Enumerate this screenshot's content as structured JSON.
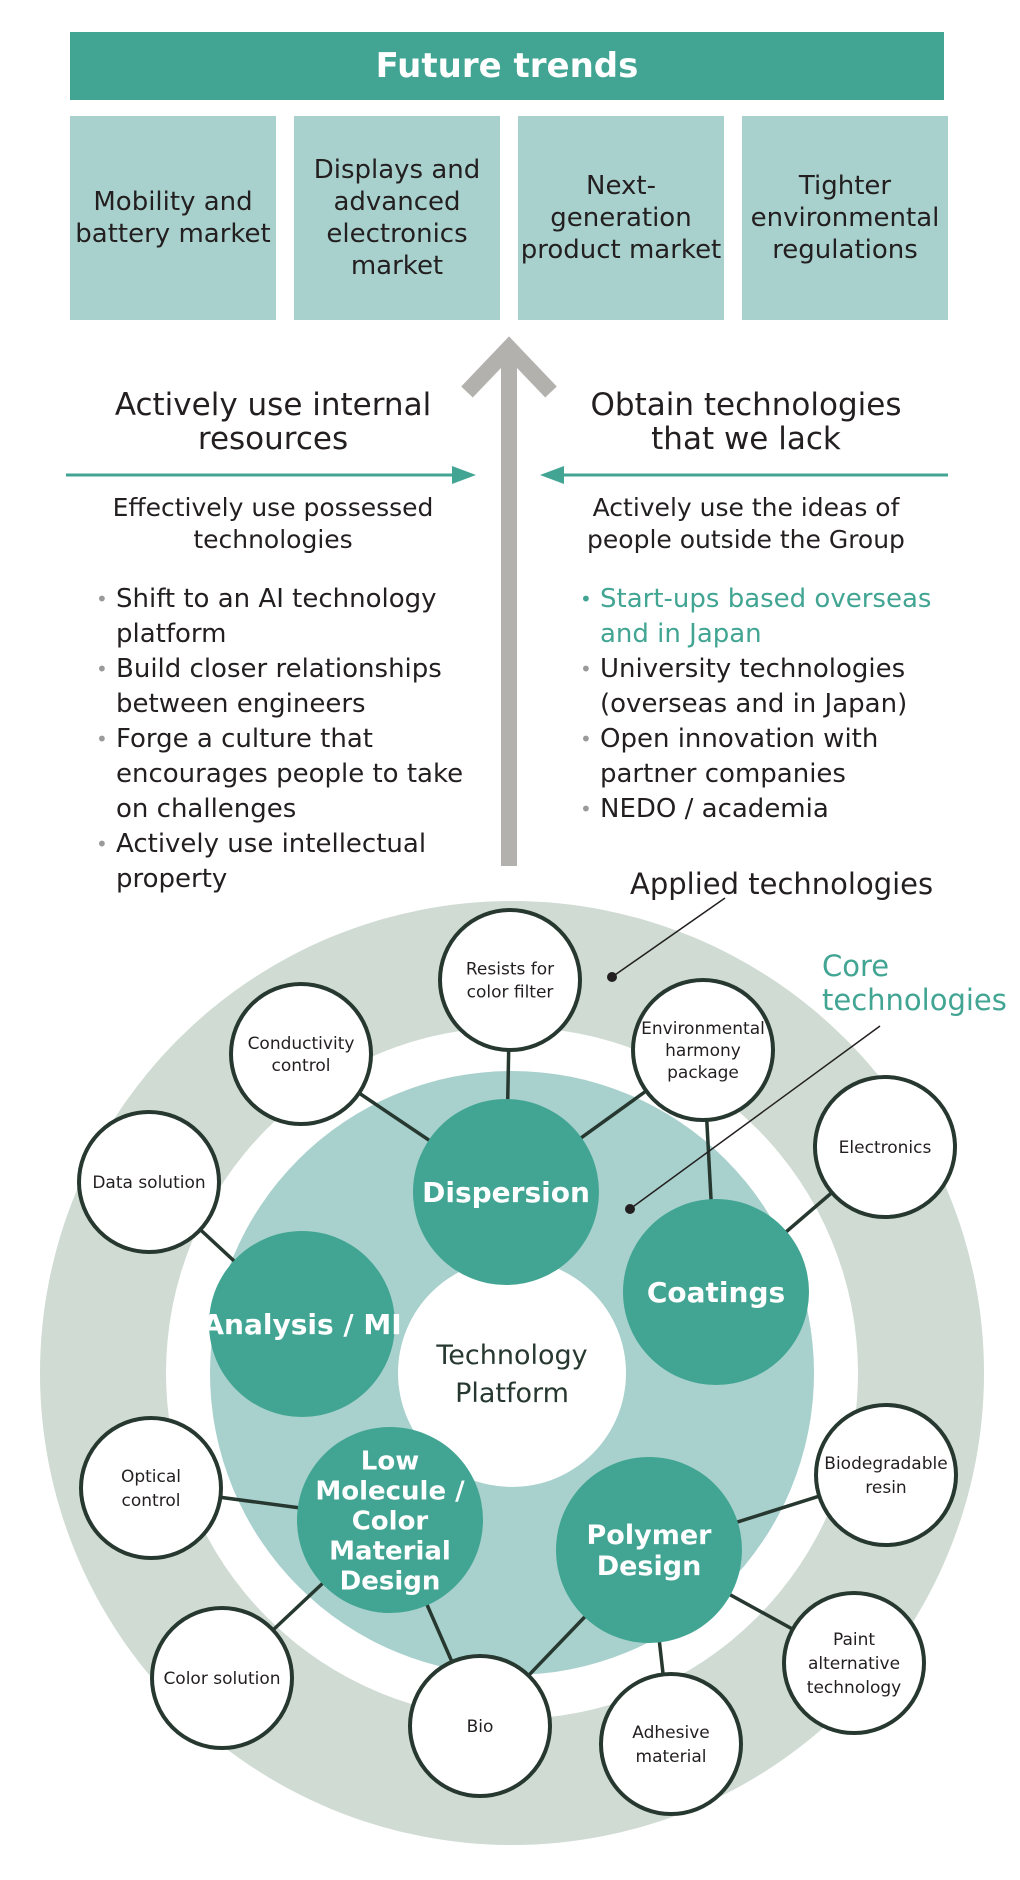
{
  "header": {
    "title": "Future trends"
  },
  "trends": [
    "Mobility and battery market",
    "Displays and advanced electronics market",
    "Next-generation product market",
    "Tighter environmental regulations"
  ],
  "left": {
    "heading": "Actively use internal resources",
    "subheading": "Effectively use possessed technologies",
    "items": [
      "Shift to an AI technology platform",
      "Build closer relationships between engineers",
      "Forge a culture that encourages people to take on challenges",
      "Actively use intellectual property"
    ]
  },
  "right": {
    "heading": "Obtain technologies that we lack",
    "subheading": "Actively use the ideas of people outside the Group",
    "items": [
      "Start-ups based overseas and in Japan",
      "University technologies (overseas and in Japan)",
      "Open innovation with partner companies",
      "NEDO / academia"
    ]
  },
  "diagram": {
    "applied_label": "Applied technologies",
    "core_label": [
      "Core",
      "technologies"
    ],
    "center": [
      "Technology",
      "Platform"
    ],
    "core": [
      {
        "id": "dispersion",
        "lines": [
          "Dispersion"
        ]
      },
      {
        "id": "coatings",
        "lines": [
          "Coatings"
        ]
      },
      {
        "id": "polymer",
        "lines": [
          "Polymer",
          "Design"
        ]
      },
      {
        "id": "lowmol",
        "lines": [
          "Low",
          "Molecule /",
          "Color",
          "Material",
          "Design"
        ]
      },
      {
        "id": "analysis",
        "lines": [
          "Analysis / MI"
        ]
      }
    ],
    "applied": [
      {
        "id": "resists",
        "lines": [
          "Resists for",
          "color filter"
        ]
      },
      {
        "id": "env",
        "lines": [
          "Environmental",
          "harmony",
          "package"
        ]
      },
      {
        "id": "conductivity",
        "lines": [
          "Conductivity",
          "control"
        ]
      },
      {
        "id": "electronics",
        "lines": [
          "Electronics"
        ]
      },
      {
        "id": "data",
        "lines": [
          "Data solution"
        ]
      },
      {
        "id": "biodeg",
        "lines": [
          "Biodegradable",
          "resin"
        ]
      },
      {
        "id": "optical",
        "lines": [
          "Optical",
          "control"
        ]
      },
      {
        "id": "paint",
        "lines": [
          "Paint",
          "alternative",
          "technology"
        ]
      },
      {
        "id": "color",
        "lines": [
          "Color solution"
        ]
      },
      {
        "id": "bio",
        "lines": [
          "Bio"
        ]
      },
      {
        "id": "adhesive",
        "lines": [
          "Adhesive",
          "material"
        ]
      }
    ]
  },
  "colors": {
    "teal": "#42a593",
    "light_teal": "#a8d1cd",
    "grey_green": "#cfdbd3",
    "arrow_grey": "#b3b1ad",
    "outline": "#26382f"
  }
}
